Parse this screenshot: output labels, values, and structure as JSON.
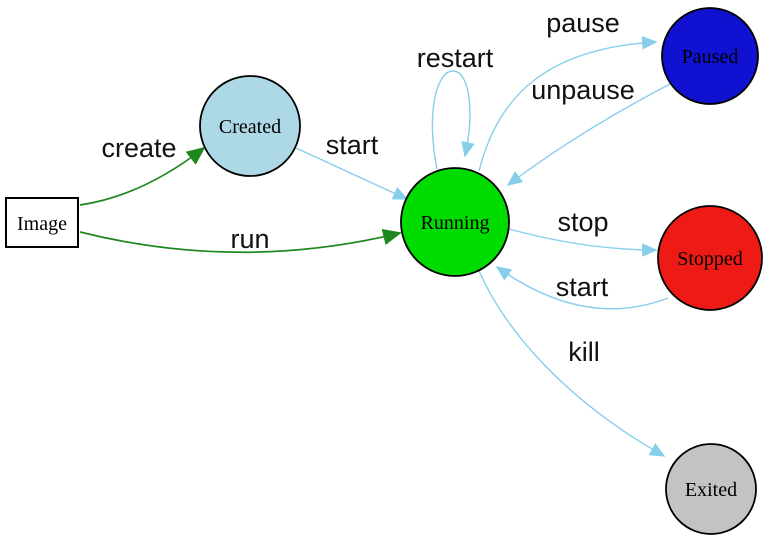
{
  "colors": {
    "background": "#ffffff",
    "edge_blue": "#87ceeb",
    "edge_green": "#1e871e",
    "node_border": "#000000",
    "image_border": "#2323cc",
    "label_text": "#111111"
  },
  "nodes": [
    {
      "id": "image",
      "label": "Image",
      "shape": "rectangle",
      "fill": "#ffffff",
      "border": "#2323cc"
    },
    {
      "id": "created",
      "label": "Created",
      "shape": "circle",
      "fill": "#add8e6",
      "border": "#000000"
    },
    {
      "id": "running",
      "label": "Running",
      "shape": "circle",
      "fill": "#00dc00",
      "border": "#000000"
    },
    {
      "id": "paused",
      "label": "Paused",
      "shape": "circle",
      "fill": "#1111d1",
      "border": "#000000"
    },
    {
      "id": "stopped",
      "label": "Stopped",
      "shape": "circle",
      "fill": "#ed1a15",
      "border": "#000000"
    },
    {
      "id": "exited",
      "label": "Exited",
      "shape": "circle",
      "fill": "#c3c3c3",
      "border": "#000000"
    }
  ],
  "edges": [
    {
      "label": "create",
      "from": "image",
      "to": "created",
      "color": "#1e871e"
    },
    {
      "label": "run",
      "from": "image",
      "to": "running",
      "color": "#1e871e"
    },
    {
      "label": "start",
      "from": "created",
      "to": "running",
      "color": "#87ceeb"
    },
    {
      "label": "restart",
      "from": "running",
      "to": "running",
      "color": "#87ceeb"
    },
    {
      "label": "pause",
      "from": "running",
      "to": "paused",
      "color": "#87ceeb"
    },
    {
      "label": "unpause",
      "from": "paused",
      "to": "running",
      "color": "#87ceeb"
    },
    {
      "label": "stop",
      "from": "running",
      "to": "stopped",
      "color": "#87ceeb"
    },
    {
      "label": "start",
      "from": "stopped",
      "to": "running",
      "color": "#87ceeb"
    },
    {
      "label": "kill",
      "from": "running",
      "to": "exited",
      "color": "#87ceeb"
    }
  ]
}
